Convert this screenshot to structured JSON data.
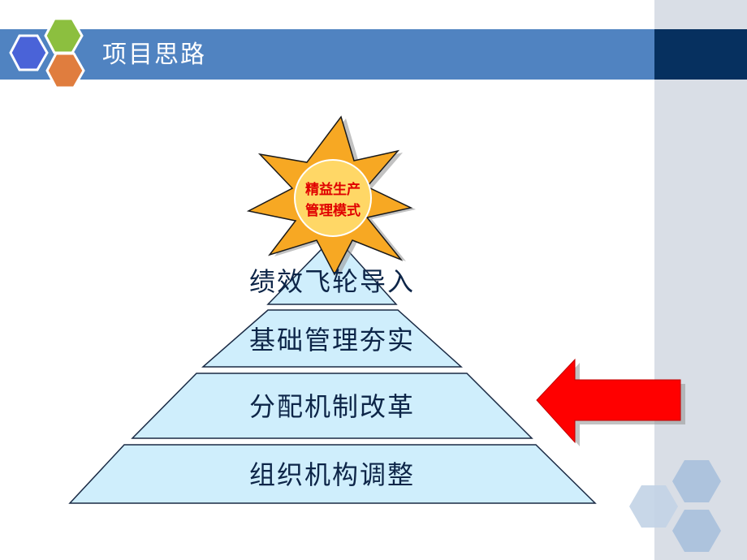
{
  "slide": {
    "title": "项目思路",
    "colors": {
      "header_bar": "#5083c1",
      "header_bar_dark": "#06305f",
      "right_panel": "#d9dee6",
      "tier_fill": "#cfeefc",
      "starburst": "#f7a823",
      "starburst_text": "#e00000",
      "arrow": "#ff0000"
    }
  },
  "logo": {
    "hexagons": [
      {
        "name": "blue-hexagon",
        "color": "#4a63d8"
      },
      {
        "name": "green-hexagon",
        "color": "#8cbf3f"
      },
      {
        "name": "orange-hexagon",
        "color": "#e07d3e"
      }
    ]
  },
  "diagram": {
    "apex": {
      "line1": "精益生产",
      "line2": "管理模式"
    },
    "tiers": [
      {
        "label": "绩效飞轮导入"
      },
      {
        "label": "基础管理夯实"
      },
      {
        "label": "分配机制改革"
      },
      {
        "label": "组织机构调整"
      }
    ],
    "highlight_arrow": {
      "icon": "left-arrow-icon",
      "points_to": "分配机制改革"
    }
  }
}
